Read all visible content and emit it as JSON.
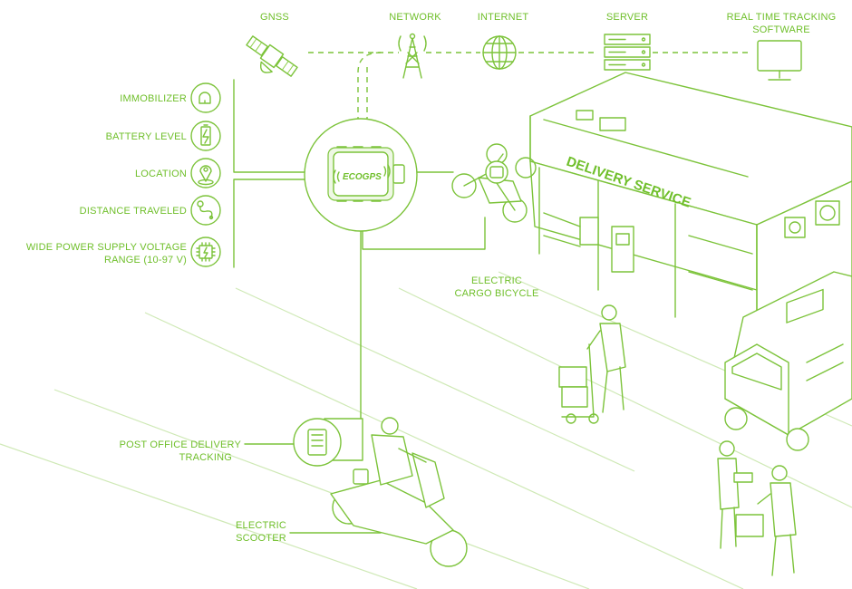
{
  "colors": {
    "accent": "#7cc33a",
    "text": "#6fbf2a",
    "background": "#ffffff"
  },
  "top": {
    "gnss": "GNSS",
    "network": "NETWORK",
    "internet": "INTERNET",
    "server": "SERVER",
    "software_line1": "REAL TIME TRACKING",
    "software_line2": "SOFTWARE"
  },
  "features": [
    {
      "label": "IMMOBILIZER",
      "icon": "immobilizer-icon"
    },
    {
      "label": "BATTERY LEVEL",
      "icon": "battery-icon"
    },
    {
      "label": "LOCATION",
      "icon": "location-pin-icon"
    },
    {
      "label": "DISTANCE TRAVELED",
      "icon": "route-icon"
    },
    {
      "label_line1": "WIDE POWER SUPPLY VOLTAGE",
      "label_line2": "RANGE (10-97 V)",
      "icon": "power-chip-icon"
    }
  ],
  "device": {
    "brand": "ECOGPS"
  },
  "scene": {
    "building_sign": "DELIVERY SERVICE",
    "cargo_bike_line1": "ELECTRIC",
    "cargo_bike_line2": "CARGO BICYCLE",
    "post_line1": "POST OFFICE DELIVERY",
    "post_line2": "TRACKING",
    "scooter_line1": "ELECTRIC",
    "scooter_line2": "SCOOTER"
  }
}
